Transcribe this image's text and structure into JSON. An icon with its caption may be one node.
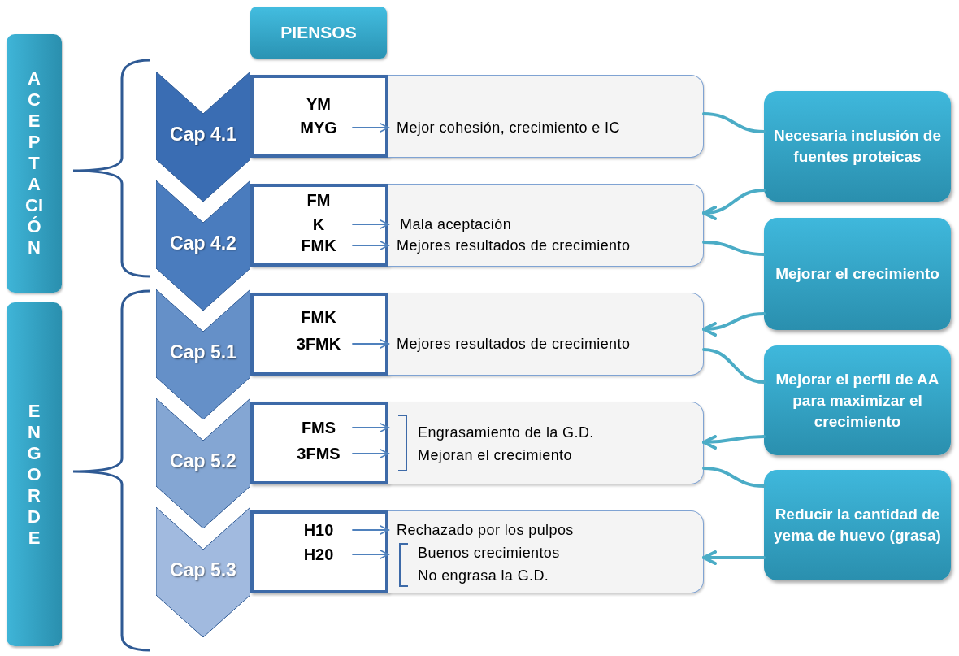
{
  "diagram": {
    "nodes": [
      {
        "text": [
          "PIENSOS"
        ]
      },
      {
        "text": [
          "ACEPTACIÓN"
        ]
      },
      {
        "text": [
          "ENGORDE"
        ]
      },
      {
        "text": [
          "Cap 4.1"
        ]
      },
      {
        "text": [
          "YM",
          "MYG"
        ]
      },
      {
        "text": [
          "Mejor cohesión, crecimiento e IC"
        ]
      },
      {
        "text": [
          "Cap 4.2"
        ]
      },
      {
        "text": [
          "FM",
          "K",
          "FMK"
        ]
      },
      {
        "text": [
          "Mala aceptación",
          "Mejores resultados de crecimiento"
        ]
      },
      {
        "text": [
          "Cap 5.1"
        ]
      },
      {
        "text": [
          "FMK",
          "3FMK"
        ]
      },
      {
        "text": [
          "Mejores resultados de crecimiento"
        ]
      },
      {
        "text": [
          "Cap 5.2"
        ]
      },
      {
        "text": [
          "FMS",
          "3FMS"
        ]
      },
      {
        "text": [
          "Engrasamiento de la G.D.",
          "Mejoran el crecimiento"
        ]
      },
      {
        "text": [
          "Cap 5.3"
        ]
      },
      {
        "text": [
          "H10",
          "H20"
        ]
      },
      {
        "text": [
          "Rechazado por los pulpos",
          "Buenos crecimientos",
          "No engrasa la G.D."
        ]
      },
      {
        "text": [
          "Necesaria inclusión de fuentes proteicas"
        ]
      },
      {
        "text": [
          "Mejorar el crecimiento"
        ]
      },
      {
        "text": [
          "Mejorar el perfil de AA para maximizar el crecimiento"
        ]
      },
      {
        "text": [
          "Reducir la cantidad de yema de huevo (grasa)"
        ]
      }
    ],
    "edges": [
      {
        "from": 4,
        "to": 5,
        "arrow": "to",
        "color": "#4f81bd"
      },
      {
        "from": 7,
        "to": 8,
        "arrow": "to",
        "color": "#4f81bd"
      },
      {
        "from": 7,
        "to": 8,
        "arrow": "to",
        "color": "#4f81bd"
      },
      {
        "from": 10,
        "to": 11,
        "arrow": "to",
        "color": "#4f81bd"
      },
      {
        "from": 13,
        "to": 14,
        "arrow": "to",
        "color": "#4f81bd"
      },
      {
        "from": 13,
        "to": 14,
        "arrow": "to",
        "color": "#4f81bd"
      },
      {
        "from": 16,
        "to": 17,
        "arrow": "to",
        "color": "#4f81bd"
      },
      {
        "from": 16,
        "to": 17,
        "arrow": "to",
        "color": "#4f81bd"
      },
      {
        "from": 5,
        "to": 18,
        "arrow": "none",
        "style": "thick",
        "color": "#4bacc6"
      },
      {
        "from": 18,
        "to": 8,
        "arrow": "to",
        "style": "thick",
        "color": "#4bacc6"
      },
      {
        "from": 8,
        "to": 19,
        "arrow": "none",
        "style": "thick",
        "color": "#4bacc6"
      },
      {
        "from": 19,
        "to": 11,
        "arrow": "to",
        "style": "thick",
        "color": "#4bacc6"
      },
      {
        "from": 11,
        "to": 20,
        "arrow": "none",
        "style": "thick",
        "color": "#4bacc6"
      },
      {
        "from": 20,
        "to": 14,
        "arrow": "to",
        "style": "thick",
        "color": "#4bacc6"
      },
      {
        "from": 14,
        "to": 21,
        "arrow": "none",
        "style": "thick",
        "color": "#4bacc6"
      },
      {
        "from": 21,
        "to": 17,
        "arrow": "to",
        "style": "thick",
        "color": "#4bacc6"
      }
    ]
  }
}
